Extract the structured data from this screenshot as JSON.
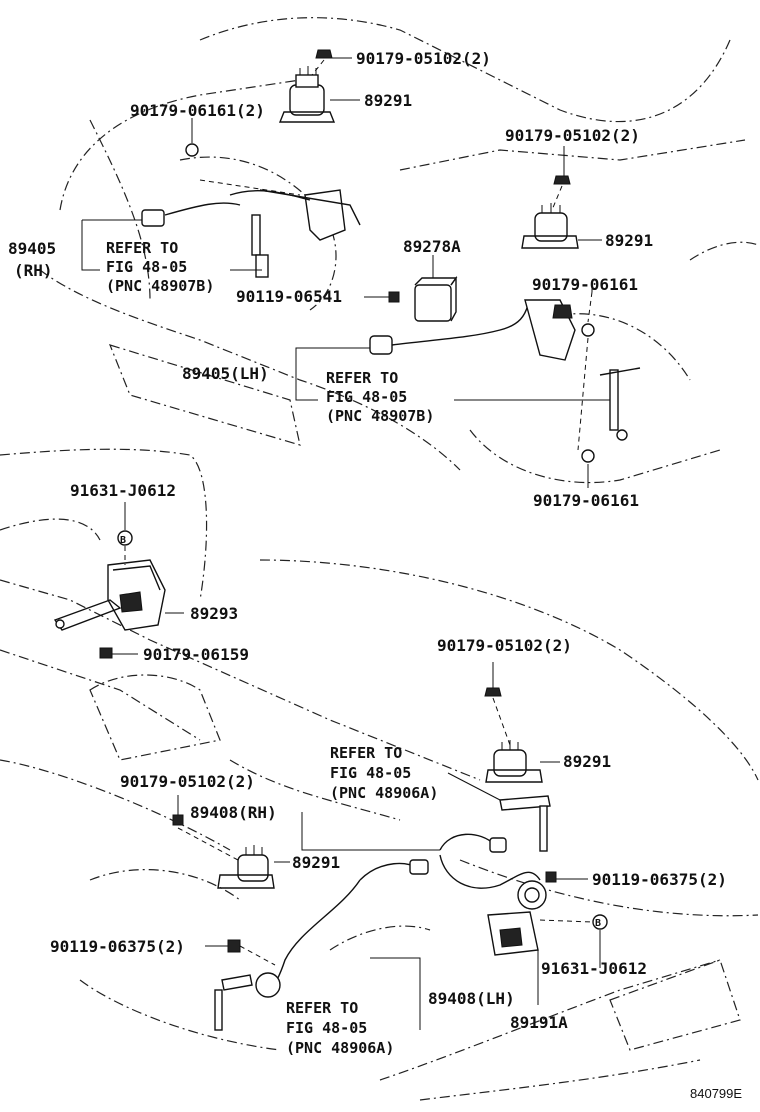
{
  "labels": {
    "p89291_top": "89291",
    "p90179_05102_top": "90179-05102(2)",
    "p90179_06161_tl": "90179-06161(2)",
    "p90179_05102_right": "90179-05102(2)",
    "p89291_right": "89291",
    "p89405": "89405",
    "p89405_rh": "(RH)",
    "ref1_line1": "REFER TO",
    "ref1_line2": "FIG 48-05",
    "ref1_line3": "(PNC 48907B)",
    "p89278A": "89278A",
    "p90119_06541": "90119-06541",
    "p90179_06161_r": "90179-06161",
    "p89405_lh": "89405(LH)",
    "ref2_line1": "REFER TO",
    "ref2_line2": "FIG 48-05",
    "ref2_line3": "(PNC 48907B)",
    "p90179_06161_b": "90179-06161",
    "p91631_J0612_l": "91631-J0612",
    "p89293": "89293",
    "p90179_06159": "90179-06159",
    "p90179_05102_mid": "90179-05102(2)",
    "ref3_line1": "REFER TO",
    "ref3_line2": "FIG 48-05",
    "ref3_line3": "(PNC 48906A)",
    "p89291_mid": "89291",
    "p90179_05102_left": "90179-05102(2)",
    "p89408_rh": "89408(RH)",
    "p89291_low": "89291",
    "p90119_06375_r": "90119-06375(2)",
    "p90119_06375_l": "90119-06375(2)",
    "p91631_J0612_r": "91631-J0612",
    "p89408_lh": "89408(LH)",
    "p89191A": "89191A",
    "ref4_line1": "REFER TO",
    "ref4_line2": "FIG 48-05",
    "ref4_line3": "(PNC 48906A)",
    "marker_b": "B",
    "figure_code": "840799E"
  }
}
